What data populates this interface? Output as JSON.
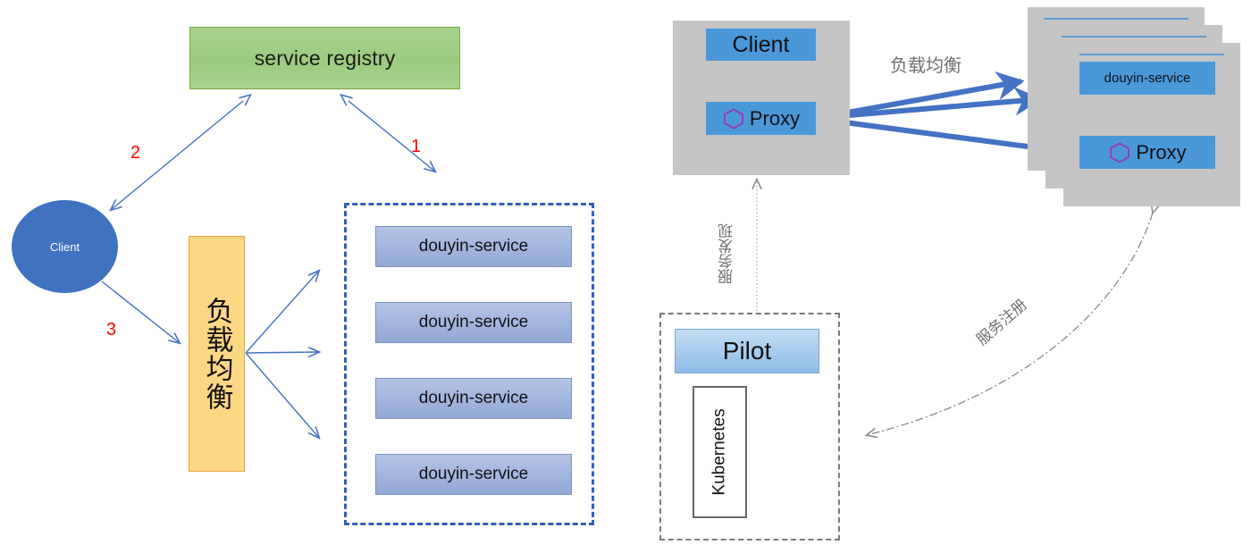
{
  "diagram": {
    "title": "Service registry / discovery and service mesh sidecar architecture",
    "colors": {
      "registry_green": "#a8d08d",
      "client_blue": "#3f72bf",
      "load_balancer_orange": "#fcd784",
      "service_box_blue": "#a3b6de",
      "pool_border_blue": "#2f5fc4",
      "pod_gray": "#c5c5c5",
      "chip_blue": "#4a98d8",
      "proxy_hexagon_purple": "#9b35b0",
      "pilot_blue": "#a8cced",
      "arrow_blue": "#4472c4",
      "thick_arrow_blue": "#4472c4",
      "number_red": "#ff0000",
      "cn_label_gray": "#6f6f6f",
      "dashed_gray": "#7a7a7a"
    }
  },
  "left_panel": {
    "registry": {
      "label": "service registry"
    },
    "client": {
      "label": "Client"
    },
    "load_balancer": {
      "label": "负载均衡"
    },
    "service_pool": {
      "services": [
        {
          "label": "douyin-service"
        },
        {
          "label": "douyin-service"
        },
        {
          "label": "douyin-service"
        },
        {
          "label": "douyin-service"
        }
      ]
    },
    "step_numbers": [
      {
        "label": "1"
      },
      {
        "label": "2"
      },
      {
        "label": "3"
      }
    ]
  },
  "right_panel": {
    "client_pod": {
      "client": {
        "label": "Client"
      },
      "proxy": {
        "label": "Proxy",
        "icon": "hexagon-icon"
      }
    },
    "service_pods": {
      "count": 3,
      "service": {
        "label": "douyin-service"
      },
      "proxy": {
        "label": "Proxy",
        "icon": "hexagon-icon"
      }
    },
    "control_plane": {
      "pilot": {
        "label": "Pilot"
      },
      "platform": {
        "label": "Kubernetes"
      }
    },
    "edge_labels": {
      "load_balancing": "负载均衡",
      "service_discovery": "服务发现",
      "service_registration": "服务注册"
    }
  }
}
